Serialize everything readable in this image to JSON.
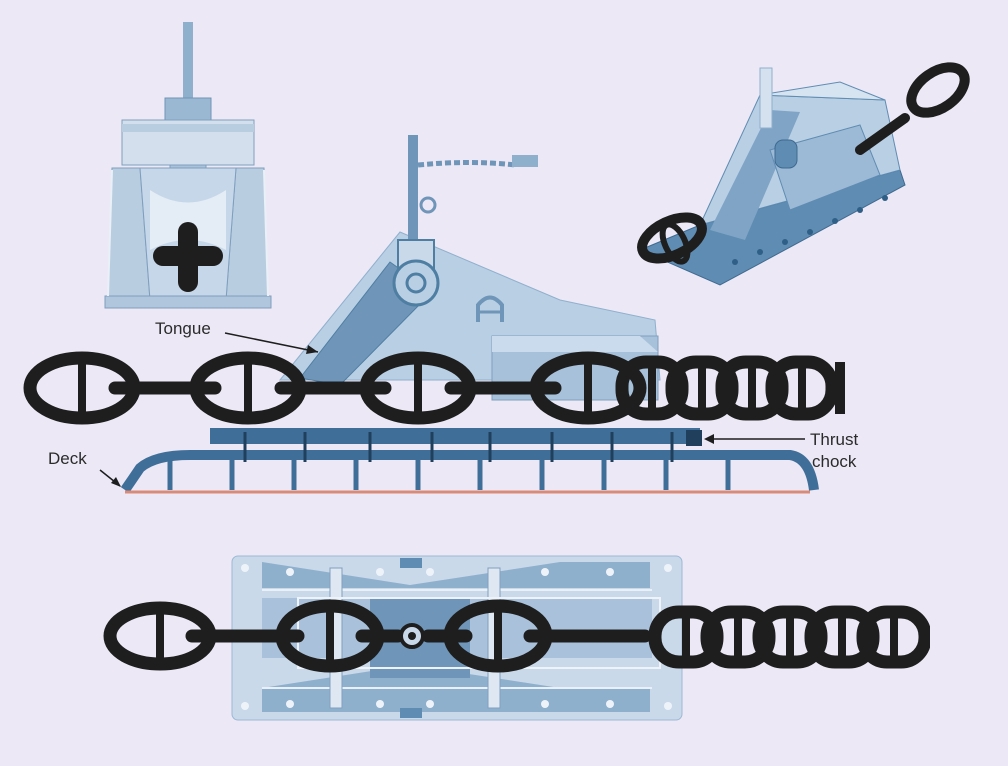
{
  "labels": {
    "tongue": "Tongue",
    "deck": "Deck",
    "thrust_line1": "Thrust",
    "thrust_line2": "chock"
  },
  "colors": {
    "background": "#ede8f6",
    "steel_light": "#c9d9ea",
    "steel_mid": "#8fb0cd",
    "steel_dark": "#4f7ea3",
    "steel_deep": "#2f5f86",
    "chain": "#222222",
    "deck_line": "#d98b7a"
  },
  "icons": [
    "front-view-stopper-icon",
    "perspective-stopper-icon",
    "side-view-stopper-icon",
    "top-view-stopper-icon"
  ]
}
